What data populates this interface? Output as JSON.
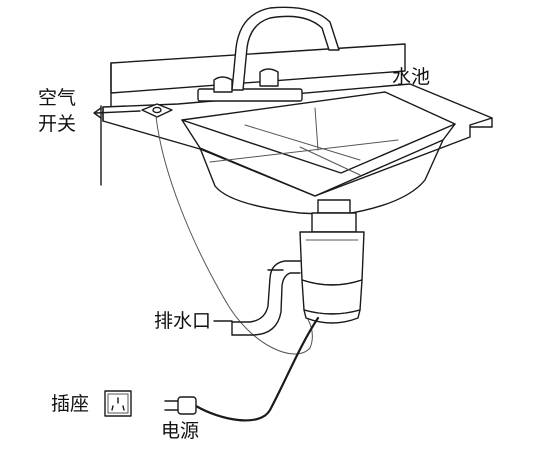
{
  "labels": {
    "sink": "水池",
    "air_switch_line1": "空气",
    "air_switch_line2": "开关",
    "drain_outlet": "排水口",
    "socket": "插座",
    "power": "电源"
  }
}
